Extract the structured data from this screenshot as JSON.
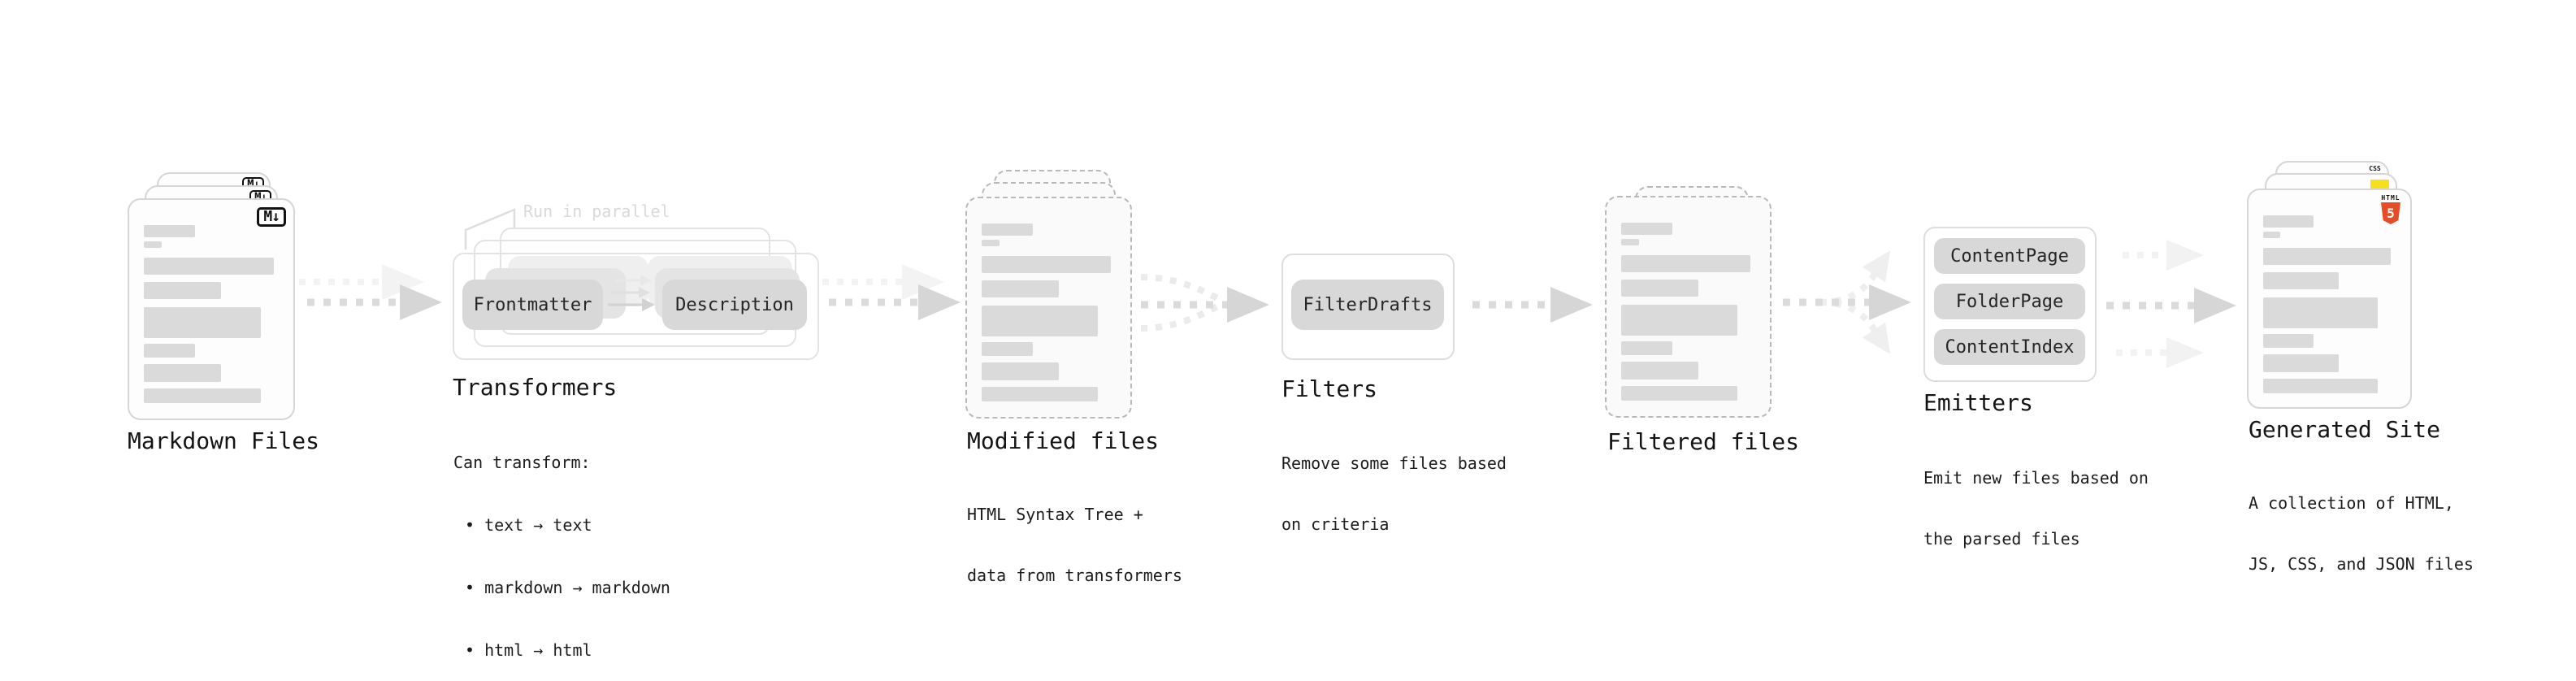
{
  "stages": {
    "markdown_files": {
      "title": "Markdown Files",
      "badge": "M↓"
    },
    "transformers": {
      "annotation": "Run in parallel",
      "pills": [
        "Frontmatter",
        "Description"
      ],
      "title": "Transformers",
      "sub": [
        "Can transform:",
        "• text → text",
        "• markdown → markdown",
        "• html → html"
      ]
    },
    "modified_files": {
      "title": "Modified files",
      "sub": [
        "HTML Syntax Tree +",
        "data from transformers"
      ]
    },
    "filters": {
      "pills": [
        "FilterDrafts"
      ],
      "title": "Filters",
      "sub": [
        "Remove some files based",
        "on criteria"
      ]
    },
    "filtered_files": {
      "title": "Filtered files"
    },
    "emitters": {
      "pills": [
        "ContentPage",
        "FolderPage",
        "ContentIndex"
      ],
      "title": "Emitters",
      "sub": [
        "Emit new files based on",
        "the parsed files"
      ]
    },
    "generated_site": {
      "title": "Generated Site",
      "sub": [
        "A collection of HTML,",
        "JS, CSS, and JSON files"
      ],
      "badges": {
        "css": "CSS",
        "html": "HTML",
        "html5_digit": "5"
      }
    }
  },
  "colors": {
    "pill_bg": "#d8d8d8",
    "bar": "#dadada",
    "arrow_dark": "#dbdbdb",
    "arrow_light": "#f1f1f1",
    "annotation": "#d9d9d9",
    "html5_orange": "#e44d26",
    "js_yellow": "#f7df1e",
    "css_blue": "#2b63f1",
    "text": "#161616"
  }
}
